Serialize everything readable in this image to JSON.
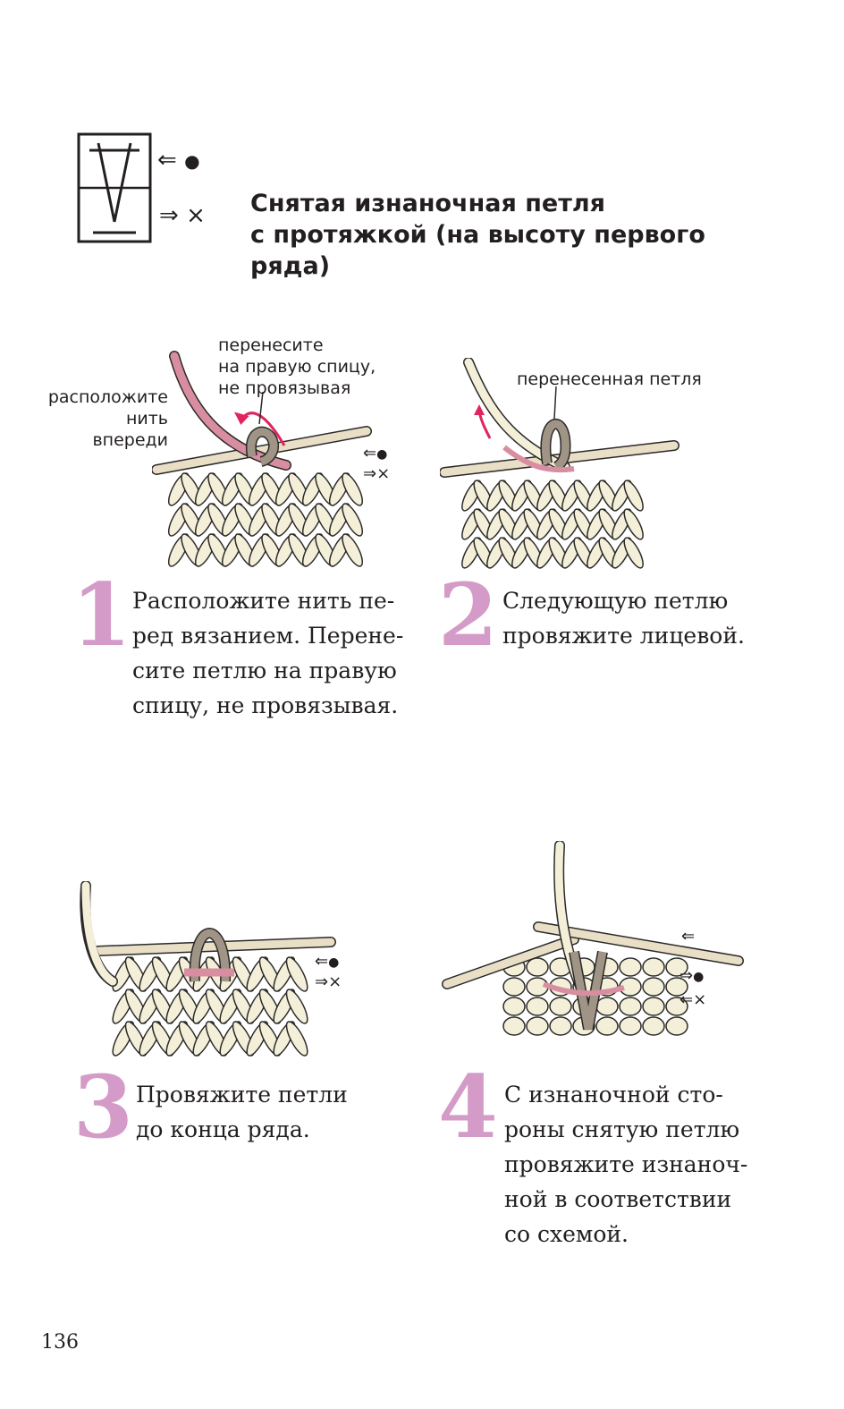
{
  "legend": {
    "row1_arrow": "⇐",
    "row1_mark": "●",
    "row2_arrow": "⇒",
    "row2_mark": "×"
  },
  "title": {
    "lines": [
      "Снятая изнаночная петля",
      "с протяжкой (на высоту первого",
      "ряда)"
    ]
  },
  "illustrations": {
    "ill1": {
      "label_transfer": [
        "перенесите",
        "на правую спицу,",
        "не провязывая"
      ],
      "label_yarn": [
        "расположите",
        "нить",
        "впереди"
      ]
    },
    "ill2": {
      "label_transferred": "перенесенная петля"
    }
  },
  "steps": [
    {
      "number": "1",
      "lines": [
        "Расположите нить пе-",
        "ред вязанием. Перене-",
        "сите петлю на правую",
        "спицу, не провязывая."
      ]
    },
    {
      "number": "2",
      "lines": [
        "Следующую петлю",
        "провяжите лицевой."
      ]
    },
    {
      "number": "3",
      "lines": [
        "Провяжите петли",
        "до конца ряда."
      ]
    },
    {
      "number": "4",
      "lines": [
        "С изнаночной сто-",
        "роны снятую петлю",
        "провяжите изнаноч-",
        "ной в соответствии",
        "со схемой."
      ]
    }
  ],
  "page_number": "136",
  "colors": {
    "accent_pink": "#d49bc8",
    "yarn_cream": "#f4efd9",
    "yarn_outline": "#2b2a28",
    "slipped_loop": "#a09486",
    "working_yarn_pink": "#d88ea0",
    "arrow_red": "#e0245e"
  }
}
